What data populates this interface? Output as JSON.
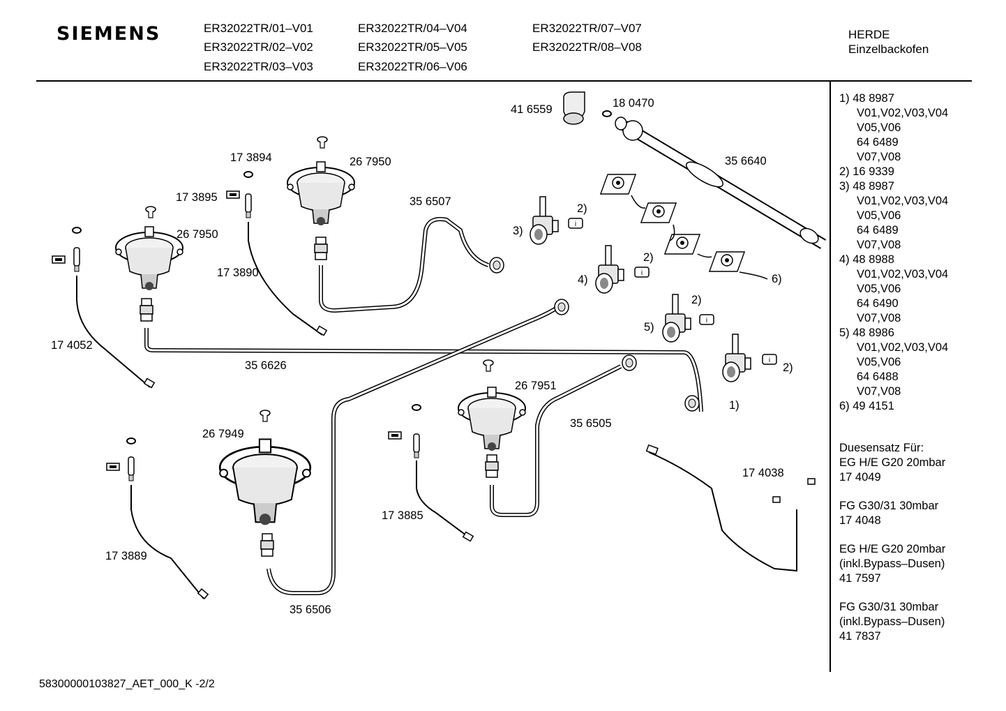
{
  "header": {
    "brand": "SIEMENS",
    "models": [
      [
        "ER32022TR/01–V01",
        "ER32022TR/02–V02",
        "ER32022TR/03–V03"
      ],
      [
        "ER32022TR/04–V04",
        "ER32022TR/05–V05",
        "ER32022TR/06–V06"
      ],
      [
        "ER32022TR/07–V07",
        "ER32022TR/08–V08"
      ]
    ],
    "category": [
      "HERDE",
      "Einzelbackofen"
    ]
  },
  "part_labels": {
    "p416559": "41 6559",
    "p180470": "18 0470",
    "p356640": "35 6640",
    "p173894": "17 3894",
    "p267950a": "26 7950",
    "p173895": "17 3895",
    "p267950b": "26 7950",
    "p356507": "35 6507",
    "p173890": "17 3890",
    "p174052": "17 4052",
    "p356626": "35 6626",
    "p267951": "26 7951",
    "p356505": "35 6505",
    "p267949": "26 7949",
    "p173885": "17 3885",
    "p173889": "17 3889",
    "p356506": "35 6506",
    "p174038": "17 4038"
  },
  "callouts": {
    "c1": "1)",
    "c2a": "2)",
    "c2b": "2)",
    "c2c": "2)",
    "c2d": "2)",
    "c3": "3)",
    "c4": "4)",
    "c5": "5)",
    "c6": "6)"
  },
  "sidebar": {
    "rows": [
      {
        "text": "1)  48 8987",
        "indent": false
      },
      {
        "text": "V01,V02,V03,V04",
        "indent": true
      },
      {
        "text": "V05,V06",
        "indent": true
      },
      {
        "text": "64 6489",
        "indent": true
      },
      {
        "text": "V07,V08",
        "indent": true
      },
      {
        "text": "2)  16 9339",
        "indent": false
      },
      {
        "text": "3)  48 8987",
        "indent": false
      },
      {
        "text": "V01,V02,V03,V04",
        "indent": true
      },
      {
        "text": "V05,V06",
        "indent": true
      },
      {
        "text": "64 6489",
        "indent": true
      },
      {
        "text": "V07,V08",
        "indent": true
      },
      {
        "text": "4)  48 8988",
        "indent": false
      },
      {
        "text": "V01,V02,V03,V04",
        "indent": true
      },
      {
        "text": "V05,V06",
        "indent": true
      },
      {
        "text": "64 6490",
        "indent": true
      },
      {
        "text": "V07,V08",
        "indent": true
      },
      {
        "text": "5)  48 8986",
        "indent": false
      },
      {
        "text": "V01,V02,V03,V04",
        "indent": true
      },
      {
        "text": "V05,V06",
        "indent": true
      },
      {
        "text": "64 6488",
        "indent": true
      },
      {
        "text": "V07,V08",
        "indent": true
      },
      {
        "text": "6)  49 4151",
        "indent": false
      }
    ],
    "nozzle_title": "Duesensatz Für:",
    "nozzle_sets": [
      [
        "EG H/E G20 20mbar",
        "17 4049"
      ],
      [
        "FG G30/31 30mbar",
        "17 4048"
      ],
      [
        "EG H/E G20 20mbar",
        "(inkl.Bypass–Dusen)",
        "41 7597"
      ],
      [
        "FG G30/31 30mbar",
        "(inkl.Bypass–Dusen)",
        "41 7837"
      ]
    ]
  },
  "footer": "58300000103827_AET_000_K  -2/2"
}
